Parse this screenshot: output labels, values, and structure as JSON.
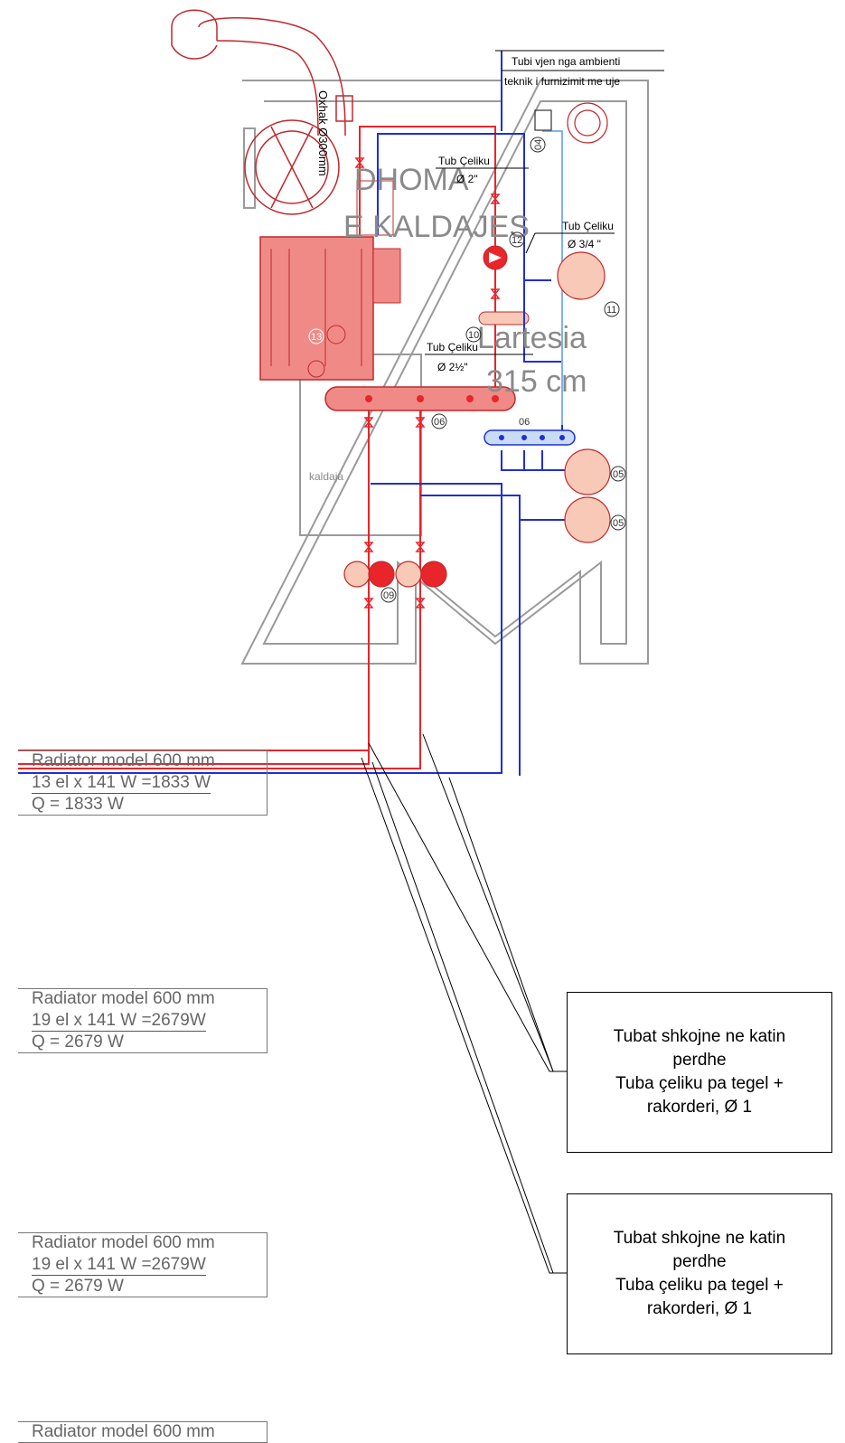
{
  "room": {
    "title_line1": "DHOMA",
    "title_line2": "E KALDAJES",
    "height_line1": "Lartesia",
    "height_line2": "315 cm",
    "boiler_label": "kaldaja",
    "chimney_label": "Oxhak Ø300mm"
  },
  "supply_note": {
    "line1": "Tubi vjen nga ambienti",
    "line2": "teknik i furnizimit me uje"
  },
  "pipe_labels": [
    {
      "title": "Tub Çeliku",
      "size": "Ø 2\""
    },
    {
      "title": "Tub Çeliku",
      "size": "Ø 3/4 \""
    },
    {
      "title": "Tub Çeliku",
      "size": "Ø 2½\""
    }
  ],
  "equipment_numbers": [
    "04",
    "12",
    "11",
    "10",
    "13",
    "06",
    "06",
    "05",
    "05",
    "09"
  ],
  "callouts": [
    {
      "line1": "Tubat shkojne ne katin",
      "line2": "perdhe",
      "line3": "Tuba çeliku pa tegel +",
      "line4": "rakorderi,  Ø 1"
    },
    {
      "line1": "Tubat shkojne ne katin",
      "line2": "perdhe",
      "line3": "Tuba çeliku pa tegel +",
      "line4": "rakorderi,  Ø 1"
    }
  ],
  "radiators": [
    {
      "model": "Radiator model 600 mm",
      "calc": "13 el x 141 W =1833 W",
      "total": "Q = 1833 W"
    },
    {
      "model": "Radiator model 600 mm",
      "calc": "19 el x 141 W =2679W",
      "total": "Q = 2679 W"
    },
    {
      "model": "Radiator model 600 mm",
      "calc": "19 el x 141 W =2679W",
      "total": "Q = 2679 W"
    },
    {
      "model": "Radiator model 600 mm"
    }
  ],
  "colors": {
    "hot_pipe": "#e8252a",
    "cold_pipe": "#1f2fd6",
    "water_pipe": "#7fb3ea",
    "boiler_fill": "#f08a86",
    "tank_fill": "#f9c9b7",
    "wall": "#9a9a9a"
  }
}
